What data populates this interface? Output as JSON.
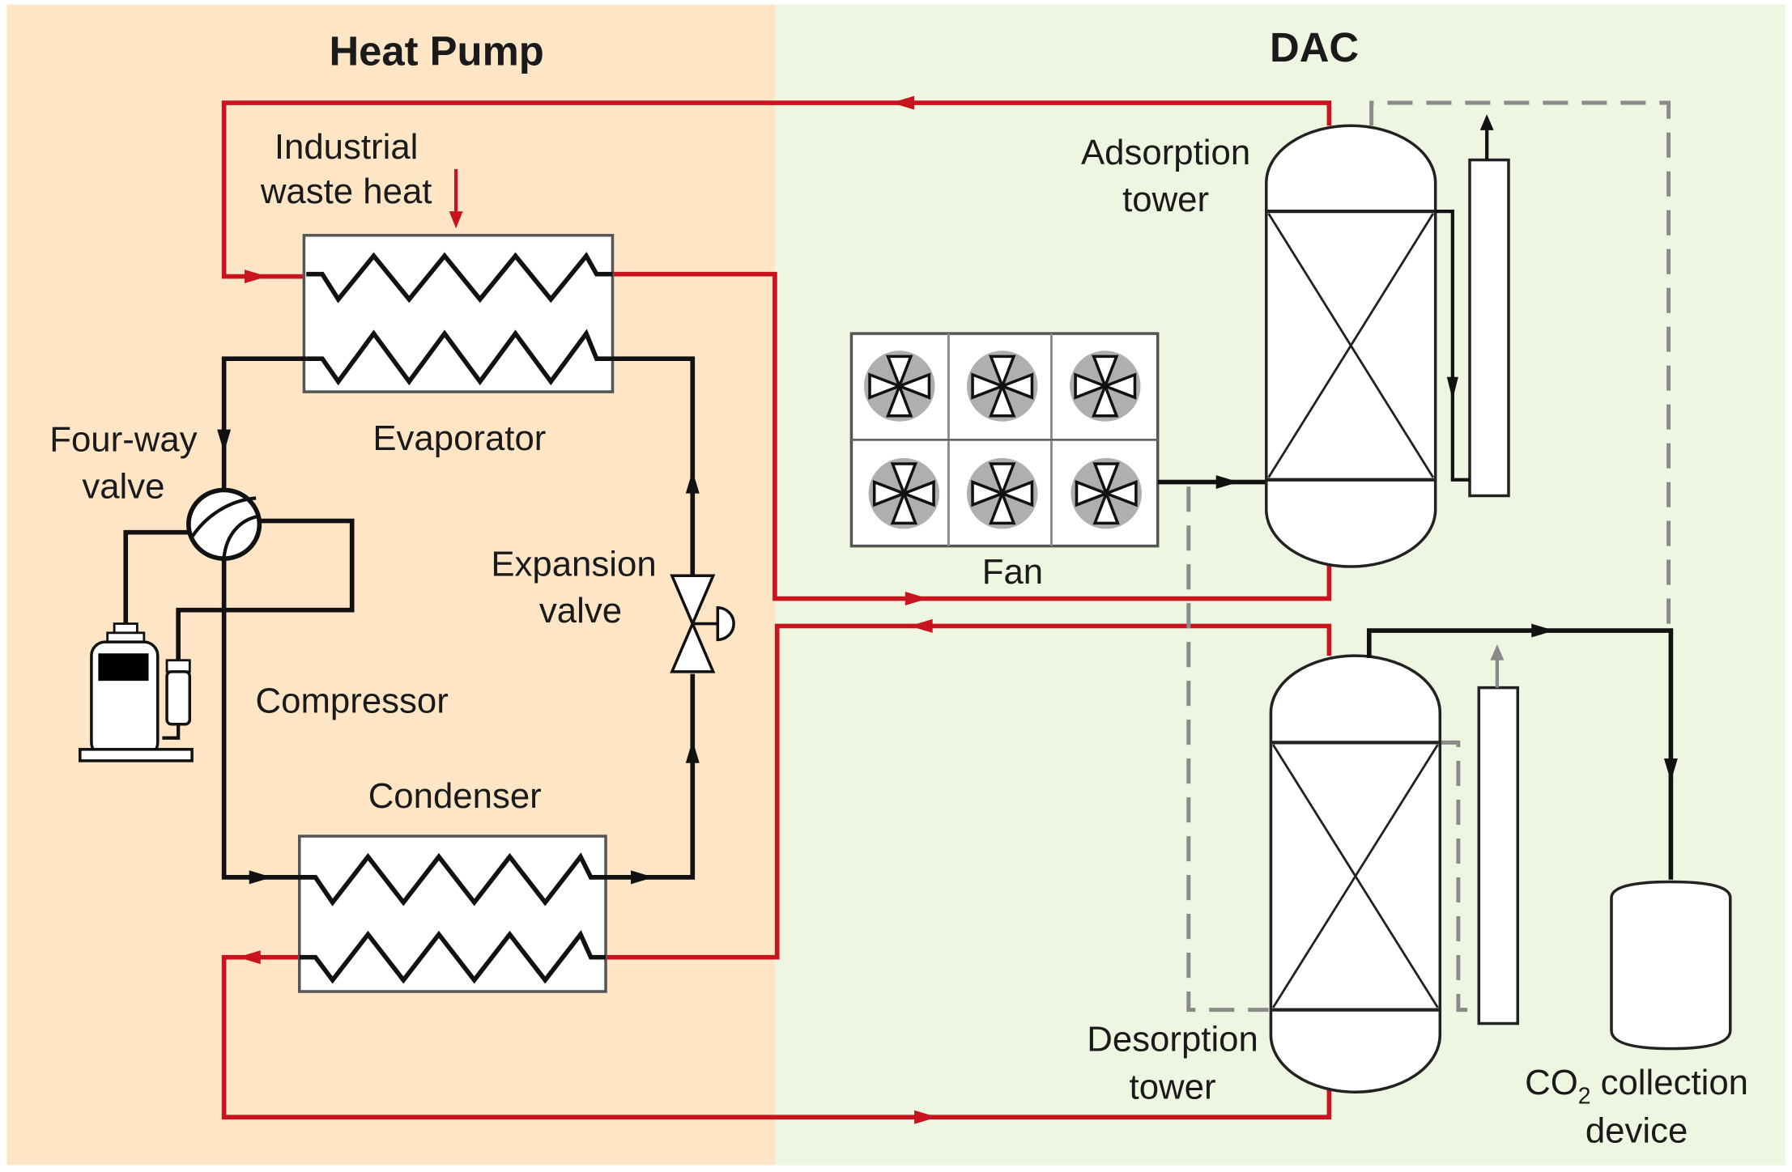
{
  "sections": {
    "heat_pump": {
      "title": "Heat Pump",
      "background": "#fde5c6"
    },
    "dac": {
      "title": "DAC",
      "background": "#eef6e2"
    }
  },
  "labels": {
    "industrial_waste_heat_line1": "Industrial",
    "industrial_waste_heat_line2": "waste heat",
    "evaporator": "Evaporator",
    "four_way_valve_line1": "Four-way",
    "four_way_valve_line2": "valve",
    "expansion_valve_line1": "Expansion",
    "expansion_valve_line2": "valve",
    "compressor": "Compressor",
    "condenser": "Condenser",
    "adsorption_tower_line1": "Adsorption",
    "adsorption_tower_line2": "tower",
    "fan": "Fan",
    "desorption_tower_line1": "Desorption",
    "desorption_tower_line2": "tower",
    "co2_collection_line1_main": "CO",
    "co2_collection_line1_sub": "2",
    "co2_collection_line1_rest": " collection",
    "co2_collection_line2": "device"
  },
  "colors": {
    "heat_loop": "#c8141e",
    "refrigerant_loop": "#111111",
    "control_dashed": "#8a8a8a",
    "fan_disc": "#b0aeae"
  },
  "fan_units": 6
}
